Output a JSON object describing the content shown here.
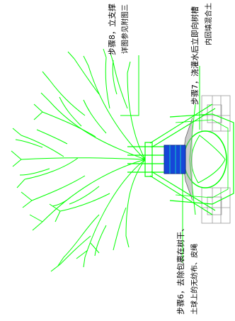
{
  "colors": {
    "tree": "#00ff00",
    "accent_blue": "#1646d8",
    "accent_dark_blue": "#0a2a8c",
    "accent_teal": "#12c8c8",
    "soil_gray": "#9a9a9a",
    "text": "#000000"
  },
  "annotations": {
    "step8": {
      "line1": "步骤8，立支撑",
      "line2": "详图参见附图三"
    },
    "step7": {
      "line1": "步骤7，浇灌水后立即向树槽",
      "line2": "内回填混合土"
    },
    "step6": {
      "line1": "步骤6，去除包裹在树干、",
      "line2": "土球上的无纺布、皮绳"
    }
  }
}
